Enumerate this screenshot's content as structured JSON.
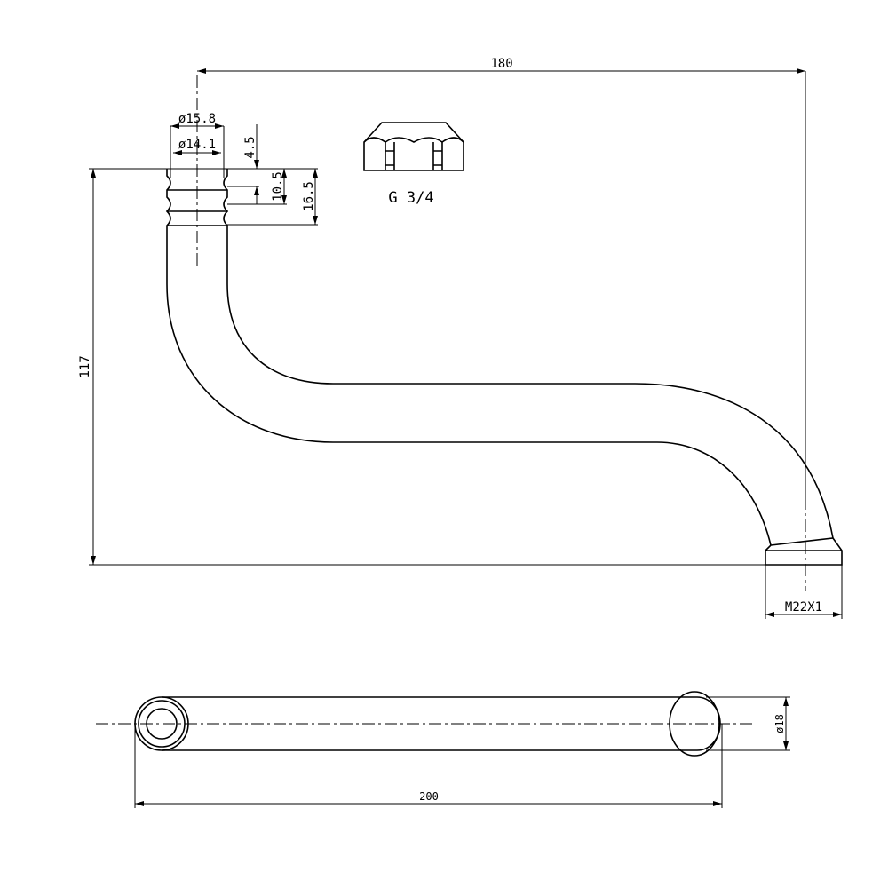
{
  "dimensions": {
    "offset": "180",
    "outer_diameter": "ø15.8",
    "inner_diameter": "ø14.1",
    "groove_top": "4.5",
    "groove_mid": "10.5",
    "groove_total": "16.5",
    "height": "117",
    "thread": "M22X1",
    "pipe_diameter": "ø18",
    "length": "200"
  },
  "nut_label": "G 3/4"
}
